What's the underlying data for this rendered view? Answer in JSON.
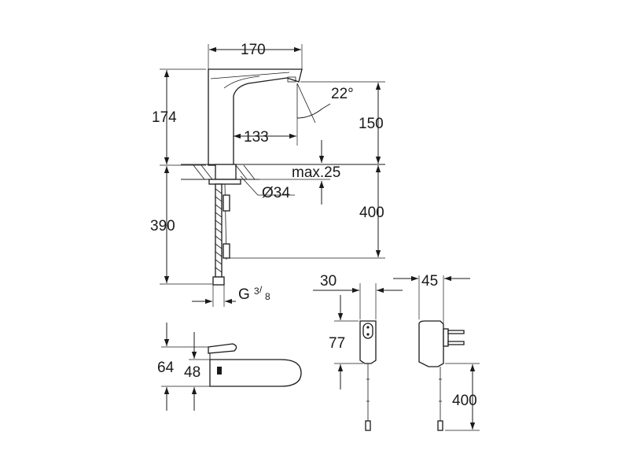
{
  "dimensions": {
    "spout_reach": "170",
    "faucet_height": "174",
    "sensor_angle": "22°",
    "mount_to_sensor": "133",
    "outlet_height": "150",
    "max_deck_thickness": "max.25",
    "hole_diameter": "Ø34",
    "hose_length": "390",
    "cable_length": "400",
    "connection_thread": "G",
    "thread_sup": "3",
    "thread_sub": "8",
    "top_view_depth": "64",
    "top_view_body": "48",
    "transformer_width": "30",
    "transformer_depth": "45",
    "transformer_height": "77",
    "transformer_cable": "400"
  }
}
